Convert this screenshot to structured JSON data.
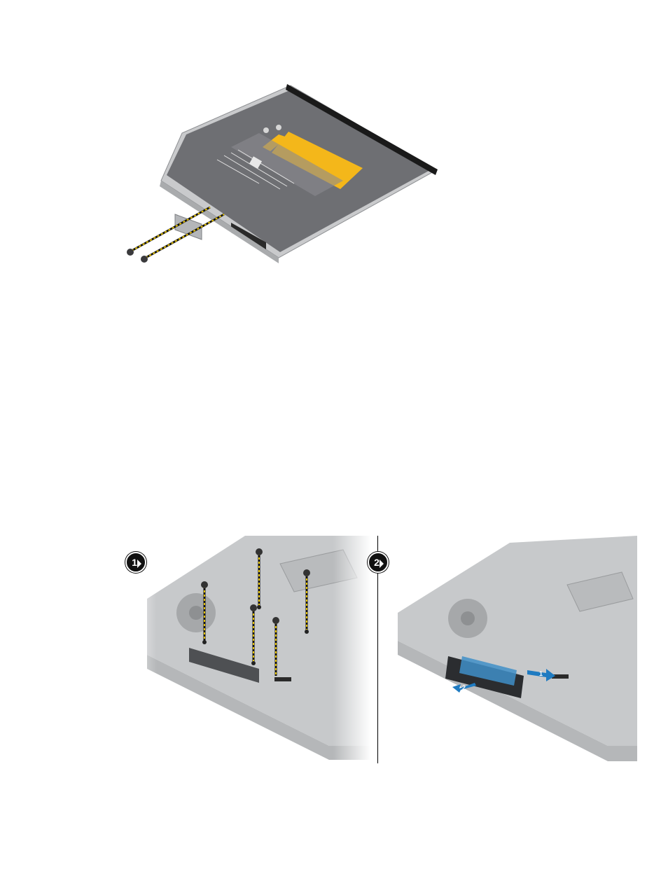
{
  "figures": {
    "optical_drive": {
      "label_lines": [
        "",
        "",
        ""
      ]
    },
    "step1": {
      "badge": "1"
    },
    "step2": {
      "badge": "2",
      "arrows": [
        "1",
        "2"
      ]
    }
  },
  "colors": {
    "drive_top": "#6e6f73",
    "drive_edge": "#c9cacc",
    "label_yellow": "#f4b71a",
    "screw_path": "#e8c400",
    "laptop_base": "#c7c9cb",
    "arrow_blue": "#1f7bc1"
  }
}
